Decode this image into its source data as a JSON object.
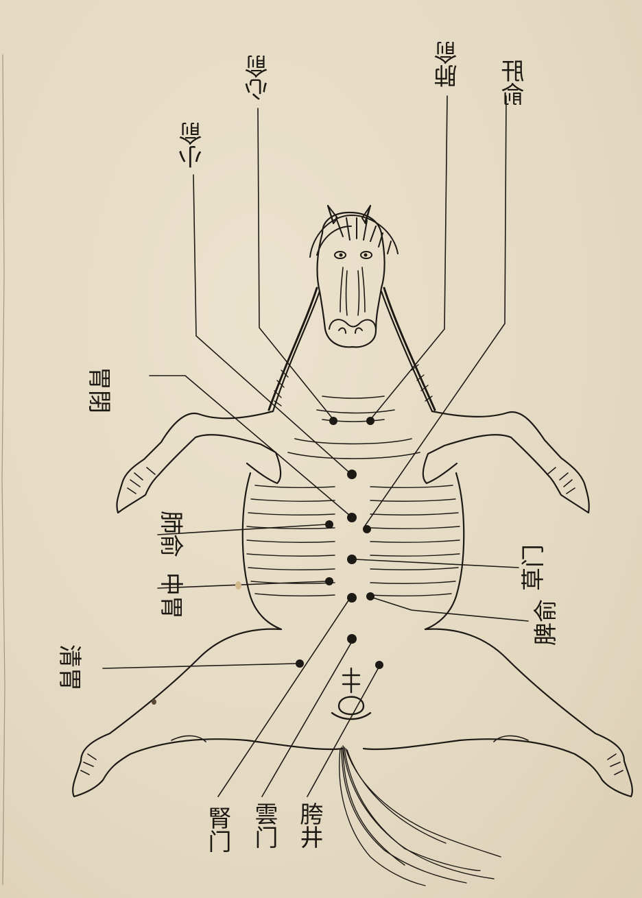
{
  "colors": {
    "paper": "#e6dcc6",
    "ink": "#1d1a15"
  },
  "labels": {
    "top_1": "肝俞",
    "top_2": "肺俞",
    "top_3": "心俞",
    "top_4": "小俞",
    "left_1": "胃閉",
    "left_2": "肺俞",
    "left_3": "中胃",
    "left_4": "清胃",
    "right_1": "草门",
    "right_2": "脾俞",
    "bottom_1": "胯井",
    "bottom_2": "雲门",
    "bottom_3": "腎门"
  }
}
